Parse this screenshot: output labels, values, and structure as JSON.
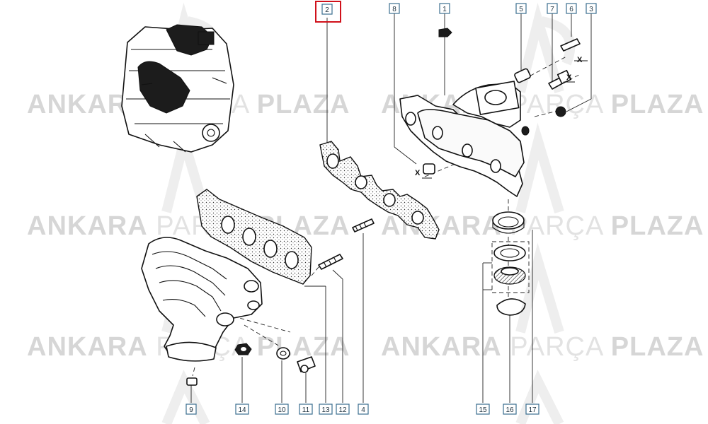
{
  "watermark": {
    "bold": "ANKARA",
    "light": "PARÇA",
    "tail": "PLAZA"
  },
  "callouts": [
    {
      "id": "c2",
      "label": "2",
      "highlighted": true
    },
    {
      "id": "c8",
      "label": "8"
    },
    {
      "id": "c1",
      "label": "1"
    },
    {
      "id": "c5",
      "label": "5"
    },
    {
      "id": "c7",
      "label": "7"
    },
    {
      "id": "c6",
      "label": "6"
    },
    {
      "id": "c3",
      "label": "3"
    },
    {
      "id": "c9",
      "label": "9"
    },
    {
      "id": "c14",
      "label": "14"
    },
    {
      "id": "c10",
      "label": "10"
    },
    {
      "id": "c11",
      "label": "11"
    },
    {
      "id": "c13",
      "label": "13"
    },
    {
      "id": "c12",
      "label": "12"
    },
    {
      "id": "c4",
      "label": "4"
    },
    {
      "id": "c15",
      "label": "15"
    },
    {
      "id": "c16",
      "label": "16"
    },
    {
      "id": "c17",
      "label": "17"
    }
  ],
  "markers": {
    "x1": "X",
    "x2": "X",
    "x3": "X"
  },
  "colors": {
    "highlight": "#d0111b",
    "callout_border": "#3b6e8f"
  }
}
